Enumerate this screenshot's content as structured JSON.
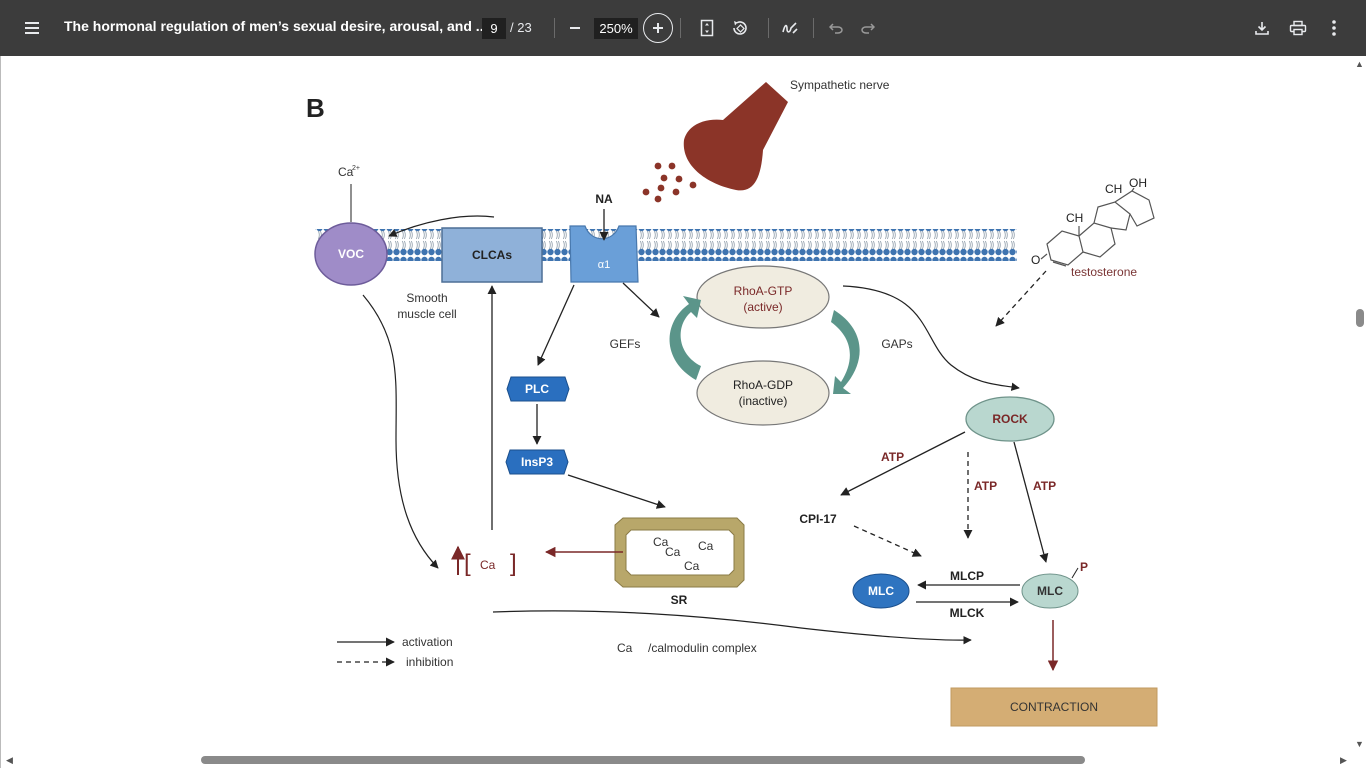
{
  "toolbar": {
    "menu_icon": "hamburger-icon",
    "title": "The hormonal regulation of men’s sexual desire, arousal, and ...",
    "page_current": "9",
    "page_total": "/ 23",
    "zoom": "250%",
    "icons": [
      "minus-icon",
      "plus-icon",
      "fit-page-icon",
      "rotate-icon",
      "annotate-icon",
      "undo-icon",
      "redo-icon",
      "download-icon",
      "print-icon",
      "more-vert-icon"
    ]
  },
  "figure": {
    "panel_label": "B",
    "sympathetic_nerve": "Sympathetic nerve",
    "ca_top": "Ca",
    "ca_top_sup": "2+",
    "na": "NA",
    "voc": "VOC",
    "clcas": "CLCAs",
    "alpha1": "α1",
    "smooth_muscle_1": "Smooth",
    "smooth_muscle_2": "muscle cell",
    "ch3_a": "CH",
    "oh": "OH",
    "ch3_b": "CH",
    "o": "O",
    "testosterone": "testosterone",
    "rhoa_gtp_1": "RhoA-GTP",
    "rhoa_gtp_2": "(active)",
    "rhoa_gdp_1": "RhoA-GDP",
    "rhoa_gdp_2": "(inactive)",
    "gefs": "GEFs",
    "gaps": "GAPs",
    "plc": "PLC",
    "insp3": "InsP3",
    "rock": "ROCK",
    "atp_1": "ATP",
    "atp_2": "ATP",
    "atp_3": "ATP",
    "cpi17": "CPI-17",
    "ca_bracket": "Ca",
    "sr_ca": "Ca",
    "sr": "SR",
    "mlc_left": "MLC",
    "mlc_right": "MLC",
    "p": "P",
    "mlcp": "MLCP",
    "mlck": "MLCK",
    "legend_activation": "activation",
    "legend_inhibition": "inhibition",
    "calmodulin": "/calmodulin complex",
    "calmodulin_ca": "Ca",
    "contraction": "CONTRACTION"
  },
  "colors": {
    "toolbar_bg": "#3c3c3c",
    "nerve": "#8b3428",
    "voc": "#9f8cc8",
    "receptor": "#6a9fd8",
    "plc": "#2a6fbf",
    "rock": "#b9d7cf",
    "rhoa": "#f0ece0",
    "sr_frame": "#b8a76a",
    "mlc_left": "#2f74c0",
    "mlc_right": "#b9d7cf",
    "contraction": "#d4ad74",
    "inhibit_arrow": "#7a2828",
    "cycle_arrow": "#5b958a"
  }
}
